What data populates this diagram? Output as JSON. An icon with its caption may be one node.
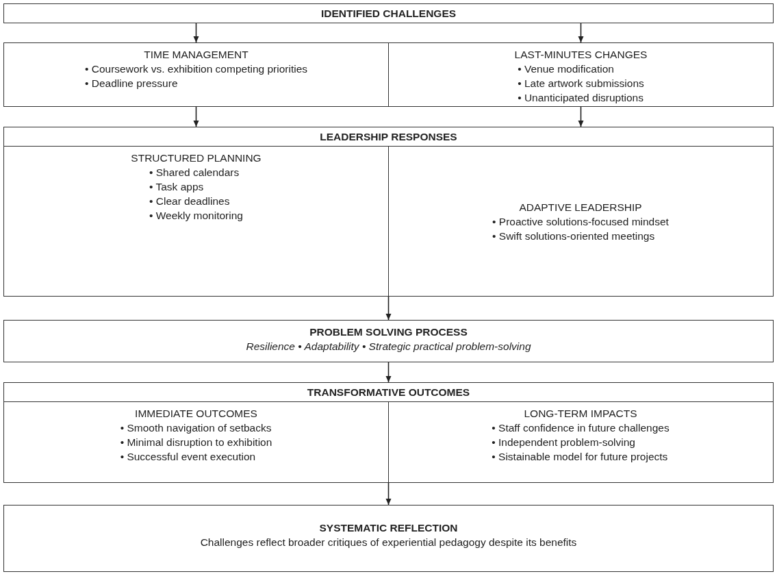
{
  "diagram": {
    "nodes": [
      {
        "text": [
          "IDENTIFIED CHALLENGES"
        ]
      },
      {
        "text": [
          "TIME MANAGEMENT",
          "• Coursework vs. exhibition competing priorities",
          "• Deadline pressure"
        ]
      },
      {
        "text": [
          "LAST-MINUTES CHANGES",
          "• Venue modification",
          "• Late artwork submissions",
          "• Unanticipated disruptions"
        ]
      },
      {
        "text": [
          "LEADERSHIP RESPONSES"
        ]
      },
      {
        "text": [
          "STRUCTURED PLANNING",
          "• Shared calendars",
          "• Task apps",
          "• Clear deadlines",
          "• Weekly monitoring"
        ],
        "in": 3
      },
      {
        "text": [
          "ADAPTIVE LEADERSHIP",
          "• Proactive solutions-focused mindset",
          "• Swift solutions-oriented meetings"
        ],
        "in": 3
      },
      {
        "text": [
          "PROBLEM SOLVING PROCESS",
          "Resilience • Adaptability • Strategic practical problem-solving"
        ]
      },
      {
        "text": [
          "TRANSFORMATIVE OUTCOMES"
        ]
      },
      {
        "text": [
          "IMMEDIATE OUTCOMES",
          "• Smooth navigation of setbacks",
          "• Minimal disruption to exhibition",
          "• Successful event execution"
        ],
        "in": 7
      },
      {
        "text": [
          "LONG-TERM IMPACTS",
          "• Staff confidence in future challenges",
          "• Independent problem-solving",
          "• Sistainable model for future projects"
        ],
        "in": 7
      },
      {
        "text": [
          "SYSTEMATIC REFLECTION",
          "Challenges reflect broader critiques of experiential pedagogy despite its benefits"
        ]
      }
    ],
    "edges": [
      {
        "from": 0,
        "to": 1,
        "arrow": "to"
      },
      {
        "from": 0,
        "to": 2,
        "arrow": "to"
      },
      {
        "from": 1,
        "to": 3,
        "arrow": "to"
      },
      {
        "from": 2,
        "to": 3,
        "arrow": "to"
      },
      {
        "from": 3,
        "to": 6,
        "arrow": "to"
      },
      {
        "from": 6,
        "to": 7,
        "arrow": "to"
      },
      {
        "from": 7,
        "to": 10,
        "arrow": "to"
      }
    ]
  }
}
